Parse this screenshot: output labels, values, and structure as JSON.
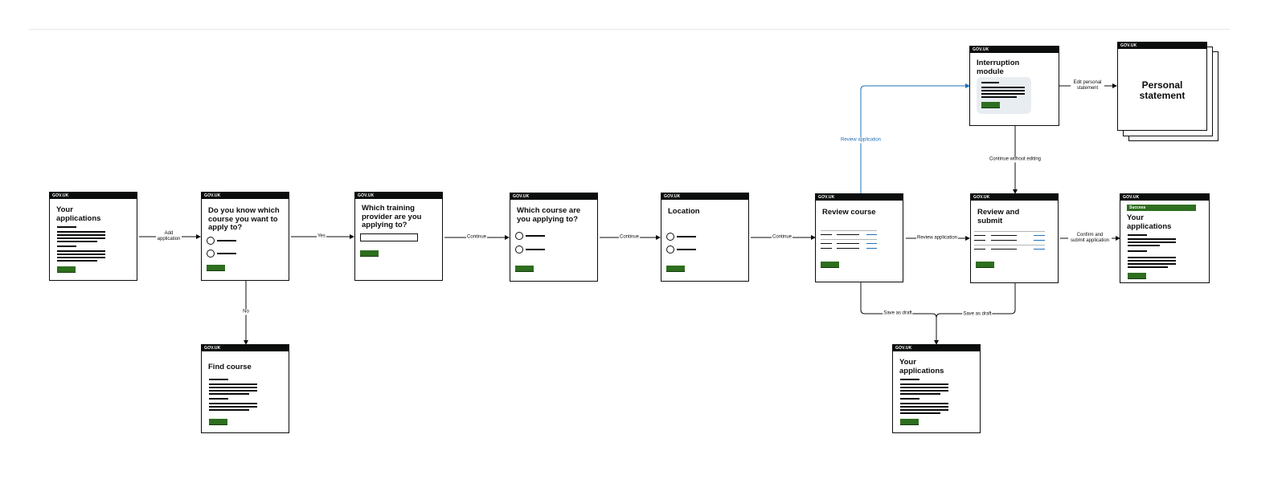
{
  "header_text": "GOV.UK",
  "colors": {
    "button": "#2e6e1f",
    "ink": "#0b0c0c",
    "highlight_link": "#1d70b8",
    "card": "#e8edf2"
  },
  "screens": {
    "your_applications_1": {
      "title": "Your applications"
    },
    "do_you_know": {
      "title": "Do you know which course you want to apply to?"
    },
    "find_course": {
      "title": "Find course"
    },
    "which_training_provider": {
      "title": "Which training provider are you applying to?"
    },
    "which_course": {
      "title": "Which course are you applying to?"
    },
    "location": {
      "title": "Location"
    },
    "review_course": {
      "title": "Review course"
    },
    "review_and_submit": {
      "title": "Review and submit"
    },
    "your_applications_2": {
      "title": "Your applications"
    },
    "interruption_module": {
      "title": "Interruption module"
    },
    "personal_statement": {
      "title": "Personal statement"
    },
    "your_applications_success": {
      "title": "Your applications",
      "banner": "Success"
    }
  },
  "edges": {
    "add_application": "Add application",
    "yes": "Yes",
    "no": "No",
    "continue_1": "Continue",
    "continue_2": "Continue",
    "continue_3": "Continue",
    "review_application_1": "Review application",
    "review_application_2": "Review application",
    "save_as_draft_1": "Save as draft",
    "save_as_draft_2": "Save as draft",
    "continue_without_editing": "Continue without editing",
    "edit_personal_statement": "Edit personal statement",
    "confirm_and_submit": "Confirm and submit application"
  }
}
